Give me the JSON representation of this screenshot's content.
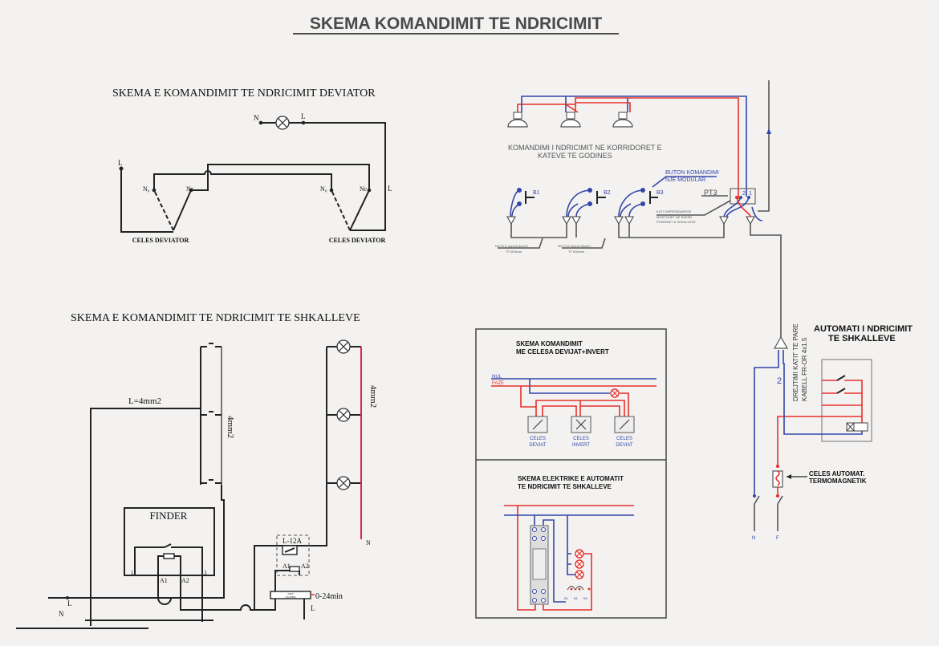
{
  "title": "SKEMA  KOMANDIMIT TE  NDRICIMIT",
  "deviator": {
    "heading": "SKEMA E KOMANDIMIT TE NDRICIMIT DEVIATOR",
    "label_N": "N",
    "label_L": "L",
    "contact_no": "N₀",
    "contact_nc": "Nc",
    "switch_left": "CELES DEVIATOR",
    "switch_right": "CELES DEVIATOR"
  },
  "stairs": {
    "heading": "SKEMA E KOMANDIMIT TE NDRICIMIT TE SHKALLEVE",
    "cable_main": "L=4mm2",
    "cable_switches": "4mm2",
    "cable_lamps": "4mm2",
    "finder": "FINDER",
    "t1": "1",
    "t3": "3",
    "a1": "A1",
    "a2": "A2",
    "relay": "L-12A",
    "timer_range": "0-24min",
    "timer_text1": "230V",
    "timer_text2": "5A/50Hz",
    "label_L": "L",
    "label_N": "N"
  },
  "corridor": {
    "heading_line1": "KOMANDIMI I NDRICIMIT NE KORRIDORET E",
    "heading_line2": "KATEVE TE GODINES",
    "button_callout_1": "BUTON KOMANDIMI",
    "button_callout_2": "NJE MODULAR",
    "buttons": [
      "B1",
      "B2",
      "B3"
    ],
    "terminal_1": "1",
    "terminal_2": "2",
    "box_label": "PT3",
    "box_note_1": "KUTI SHPERNDARESE",
    "box_note_2": "MONTOHET NE SHESH",
    "box_note_3": "PUSHIMET E SHKALLEVE",
    "cable_note_1": "NGTV K 3x(1x1.5mm²)",
    "cable_note_2": "TF Ø16mm",
    "riser_note": "DREJTIMI KATIT TE PARE",
    "riser_cable": "KABELL FR-OR 4x1.5",
    "riser_count": "2"
  },
  "automat": {
    "heading_line1": "AUTOMATI I NDRICIMIT",
    "heading_line2": "TE SHKALLEVE",
    "breaker_1": "CELES AUTOMAT.",
    "breaker_2": "TERMOMAGNETIK",
    "label_N": "N",
    "label_F": "F"
  },
  "panel_top": {
    "heading_line1": "SKEMA KOMANDIMIT",
    "heading_line2": "ME CELESA DEVIJAT+INVERT",
    "nul": "NUL",
    "faze": "FAZE",
    "switches": [
      {
        "line1": "CELES",
        "line2": "DEVIAT"
      },
      {
        "line1": "CELES",
        "line2": "INVERT"
      },
      {
        "line1": "CELES",
        "line2": "DEVIAT"
      }
    ]
  },
  "panel_bottom": {
    "heading_line1": "SKEMA ELEKTRIKE E AUTOMATIT",
    "heading_line2": "TE NDRICIMIT TE SHKALLEVE",
    "buttons": [
      "B1",
      "B1",
      "B3"
    ]
  },
  "colors": {
    "phase": "#e8302a",
    "neutral": "#3346a8",
    "wire": "#222222"
  }
}
